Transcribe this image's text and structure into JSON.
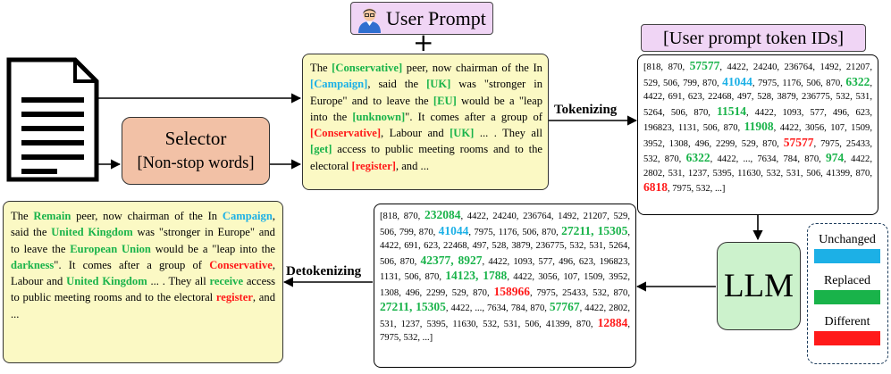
{
  "user_prompt": {
    "label": "User Prompt"
  },
  "plus_sign": "+",
  "selector": {
    "title": "Selector",
    "subtitle": "[Non-stop words]"
  },
  "token_ids_header": "[User prompt token IDs]",
  "llm_label": "LLM",
  "arrows": {
    "tokenizing": "Tokenizing",
    "detokenizing": "Detokenizing"
  },
  "legend": {
    "items": [
      {
        "label": "Unchanged",
        "color": "#1cb0e6"
      },
      {
        "label": "Replaced",
        "color": "#19b34a"
      },
      {
        "label": "Different",
        "color": "#ff1a1a"
      }
    ]
  },
  "input_text": {
    "segments": [
      {
        "t": "The ",
        "c": ""
      },
      {
        "t": "[Conservative]",
        "c": "g"
      },
      {
        "t": " peer, now chairman of the In ",
        "c": ""
      },
      {
        "t": "[Campaign]",
        "c": "b"
      },
      {
        "t": ", said the ",
        "c": ""
      },
      {
        "t": "[UK]",
        "c": "g"
      },
      {
        "t": " was \"stronger in Europe\" and to leave the ",
        "c": ""
      },
      {
        "t": "[EU]",
        "c": "g"
      },
      {
        "t": " would be a \"leap into the ",
        "c": ""
      },
      {
        "t": "[unknown]",
        "c": "g"
      },
      {
        "t": "\". It comes after a group of ",
        "c": ""
      },
      {
        "t": "[Conservative]",
        "c": "r"
      },
      {
        "t": ", Labour and ",
        "c": ""
      },
      {
        "t": "[UK]",
        "c": "g"
      },
      {
        "t": " ... . They all ",
        "c": ""
      },
      {
        "t": "[get]",
        "c": "g"
      },
      {
        "t": " access to public meeting rooms and to the electoral ",
        "c": ""
      },
      {
        "t": "[register]",
        "c": "r"
      },
      {
        "t": ", and ...",
        "c": ""
      }
    ]
  },
  "output_text": {
    "segments": [
      {
        "t": "The ",
        "c": ""
      },
      {
        "t": "Remain",
        "c": "g"
      },
      {
        "t": " peer, now chairman of the In ",
        "c": ""
      },
      {
        "t": "Campaign",
        "c": "b"
      },
      {
        "t": ", said the ",
        "c": ""
      },
      {
        "t": "United Kingdom",
        "c": "g"
      },
      {
        "t": " was \"stronger in Europe\" and to leave the ",
        "c": ""
      },
      {
        "t": "European Union",
        "c": "g"
      },
      {
        "t": " would be a \"leap into the ",
        "c": ""
      },
      {
        "t": "darkness",
        "c": "g"
      },
      {
        "t": "\". It comes after a group of ",
        "c": ""
      },
      {
        "t": "Conservative",
        "c": "r"
      },
      {
        "t": ", Labour and ",
        "c": ""
      },
      {
        "t": "United Kingdom",
        "c": "g"
      },
      {
        "t": " ... . They all ",
        "c": ""
      },
      {
        "t": "receive",
        "c": "g"
      },
      {
        "t": " access to public meeting rooms and to the electoral ",
        "c": ""
      },
      {
        "t": "register",
        "c": "r"
      },
      {
        "t": ", and ...",
        "c": ""
      }
    ]
  },
  "input_token_ids": {
    "segments": [
      {
        "t": "[818, 870, ",
        "c": ""
      },
      {
        "t": "57577",
        "c": "gb"
      },
      {
        "t": ", 4422, 24240, 236764, 1492, 21207, 529, 506, 799, 870, ",
        "c": ""
      },
      {
        "t": "41044",
        "c": "bb"
      },
      {
        "t": ", 7975, 1176, 506, 870, ",
        "c": ""
      },
      {
        "t": "6322",
        "c": "gb"
      },
      {
        "t": ", 4422, 691, 623, 22468, 497, 528, 3879, 236775, 532, 531, 5264, 506, 870, ",
        "c": ""
      },
      {
        "t": "11514",
        "c": "gb"
      },
      {
        "t": ", 4422, 1093, 577, 496, 623, 196823, 1131, 506, 870, ",
        "c": ""
      },
      {
        "t": "11908",
        "c": "gb"
      },
      {
        "t": ", 4422, 3056, 107, 1509, 3952, 1308, 496, 2299, 529, 870, ",
        "c": ""
      },
      {
        "t": "57577",
        "c": "rb"
      },
      {
        "t": ", 7975, 25433, 532, 870, ",
        "c": ""
      },
      {
        "t": "6322",
        "c": "gb"
      },
      {
        "t": ", 4422, ..., 7634, 784, 870, ",
        "c": ""
      },
      {
        "t": "974",
        "c": "gb"
      },
      {
        "t": ", 4422, 2802, 531, 1237, 5395, 11630, 532, 531, 506, 41399, 870, ",
        "c": ""
      },
      {
        "t": "6818",
        "c": "rb"
      },
      {
        "t": ", 7975, 532, ...]",
        "c": ""
      }
    ]
  },
  "output_token_ids": {
    "segments": [
      {
        "t": "[818, 870, ",
        "c": ""
      },
      {
        "t": "232084",
        "c": "gb"
      },
      {
        "t": ", 4422, 24240, 236764, 1492, 21207, 529, 506, 799, 870, ",
        "c": ""
      },
      {
        "t": "41044",
        "c": "bb"
      },
      {
        "t": ", 7975, 1176, 506, 870, ",
        "c": ""
      },
      {
        "t": "27211, 15305",
        "c": "gb"
      },
      {
        "t": ", 4422, 691, 623, 22468, 497, 528, 3879, 236775, 532, 531, 5264, 506, 870, ",
        "c": ""
      },
      {
        "t": "42377, 8927",
        "c": "gb"
      },
      {
        "t": ", 4422, 1093, 577, 496, 623, 196823, 1131, 506, 870, ",
        "c": ""
      },
      {
        "t": "14123, 1788",
        "c": "gb"
      },
      {
        "t": ", 4422, 3056, 107, 1509, 3952, 1308, 496, 2299, 529, 870, ",
        "c": ""
      },
      {
        "t": "158966",
        "c": "rb"
      },
      {
        "t": ", 7975, 25433, 532, 870, ",
        "c": ""
      },
      {
        "t": "27211, 15305",
        "c": "gb"
      },
      {
        "t": ", 4422, ..., 7634, 784, 870, ",
        "c": ""
      },
      {
        "t": "57767",
        "c": "gb"
      },
      {
        "t": ", 4422, 2802, 531, 1237, 5395, 11630, 532, 531, 506, 41399, 870, ",
        "c": ""
      },
      {
        "t": "12884",
        "c": "rb"
      },
      {
        "t": ", 7975, 532, ...]",
        "c": ""
      }
    ]
  }
}
